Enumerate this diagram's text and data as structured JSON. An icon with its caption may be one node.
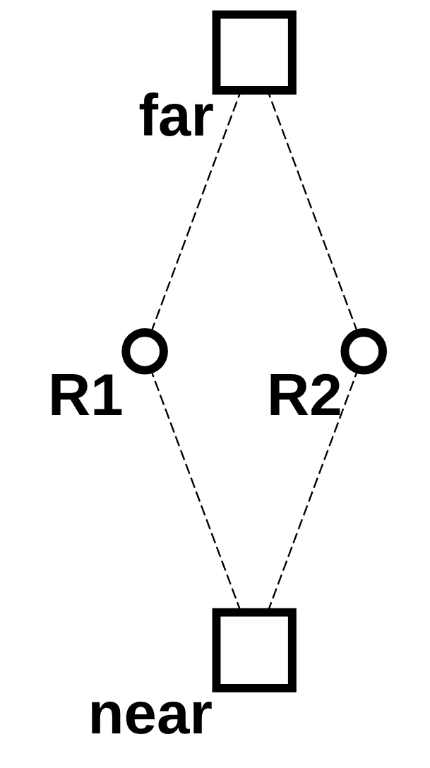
{
  "diagram": {
    "nodes": [
      {
        "text": [
          "far"
        ]
      },
      {
        "text": [
          "R1"
        ]
      },
      {
        "text": [
          "near"
        ]
      },
      {
        "text": [
          "R2"
        ]
      }
    ],
    "edges": [
      {
        "from": 2,
        "to": 1,
        "arrow": "none",
        "style": "dashed"
      },
      {
        "from": 1,
        "to": 0,
        "arrow": "none",
        "style": "dashed"
      },
      {
        "from": 2,
        "to": 3,
        "arrow": "none",
        "style": "dashed"
      },
      {
        "from": 3,
        "to": 0,
        "arrow": "none",
        "style": "dashed"
      }
    ]
  }
}
